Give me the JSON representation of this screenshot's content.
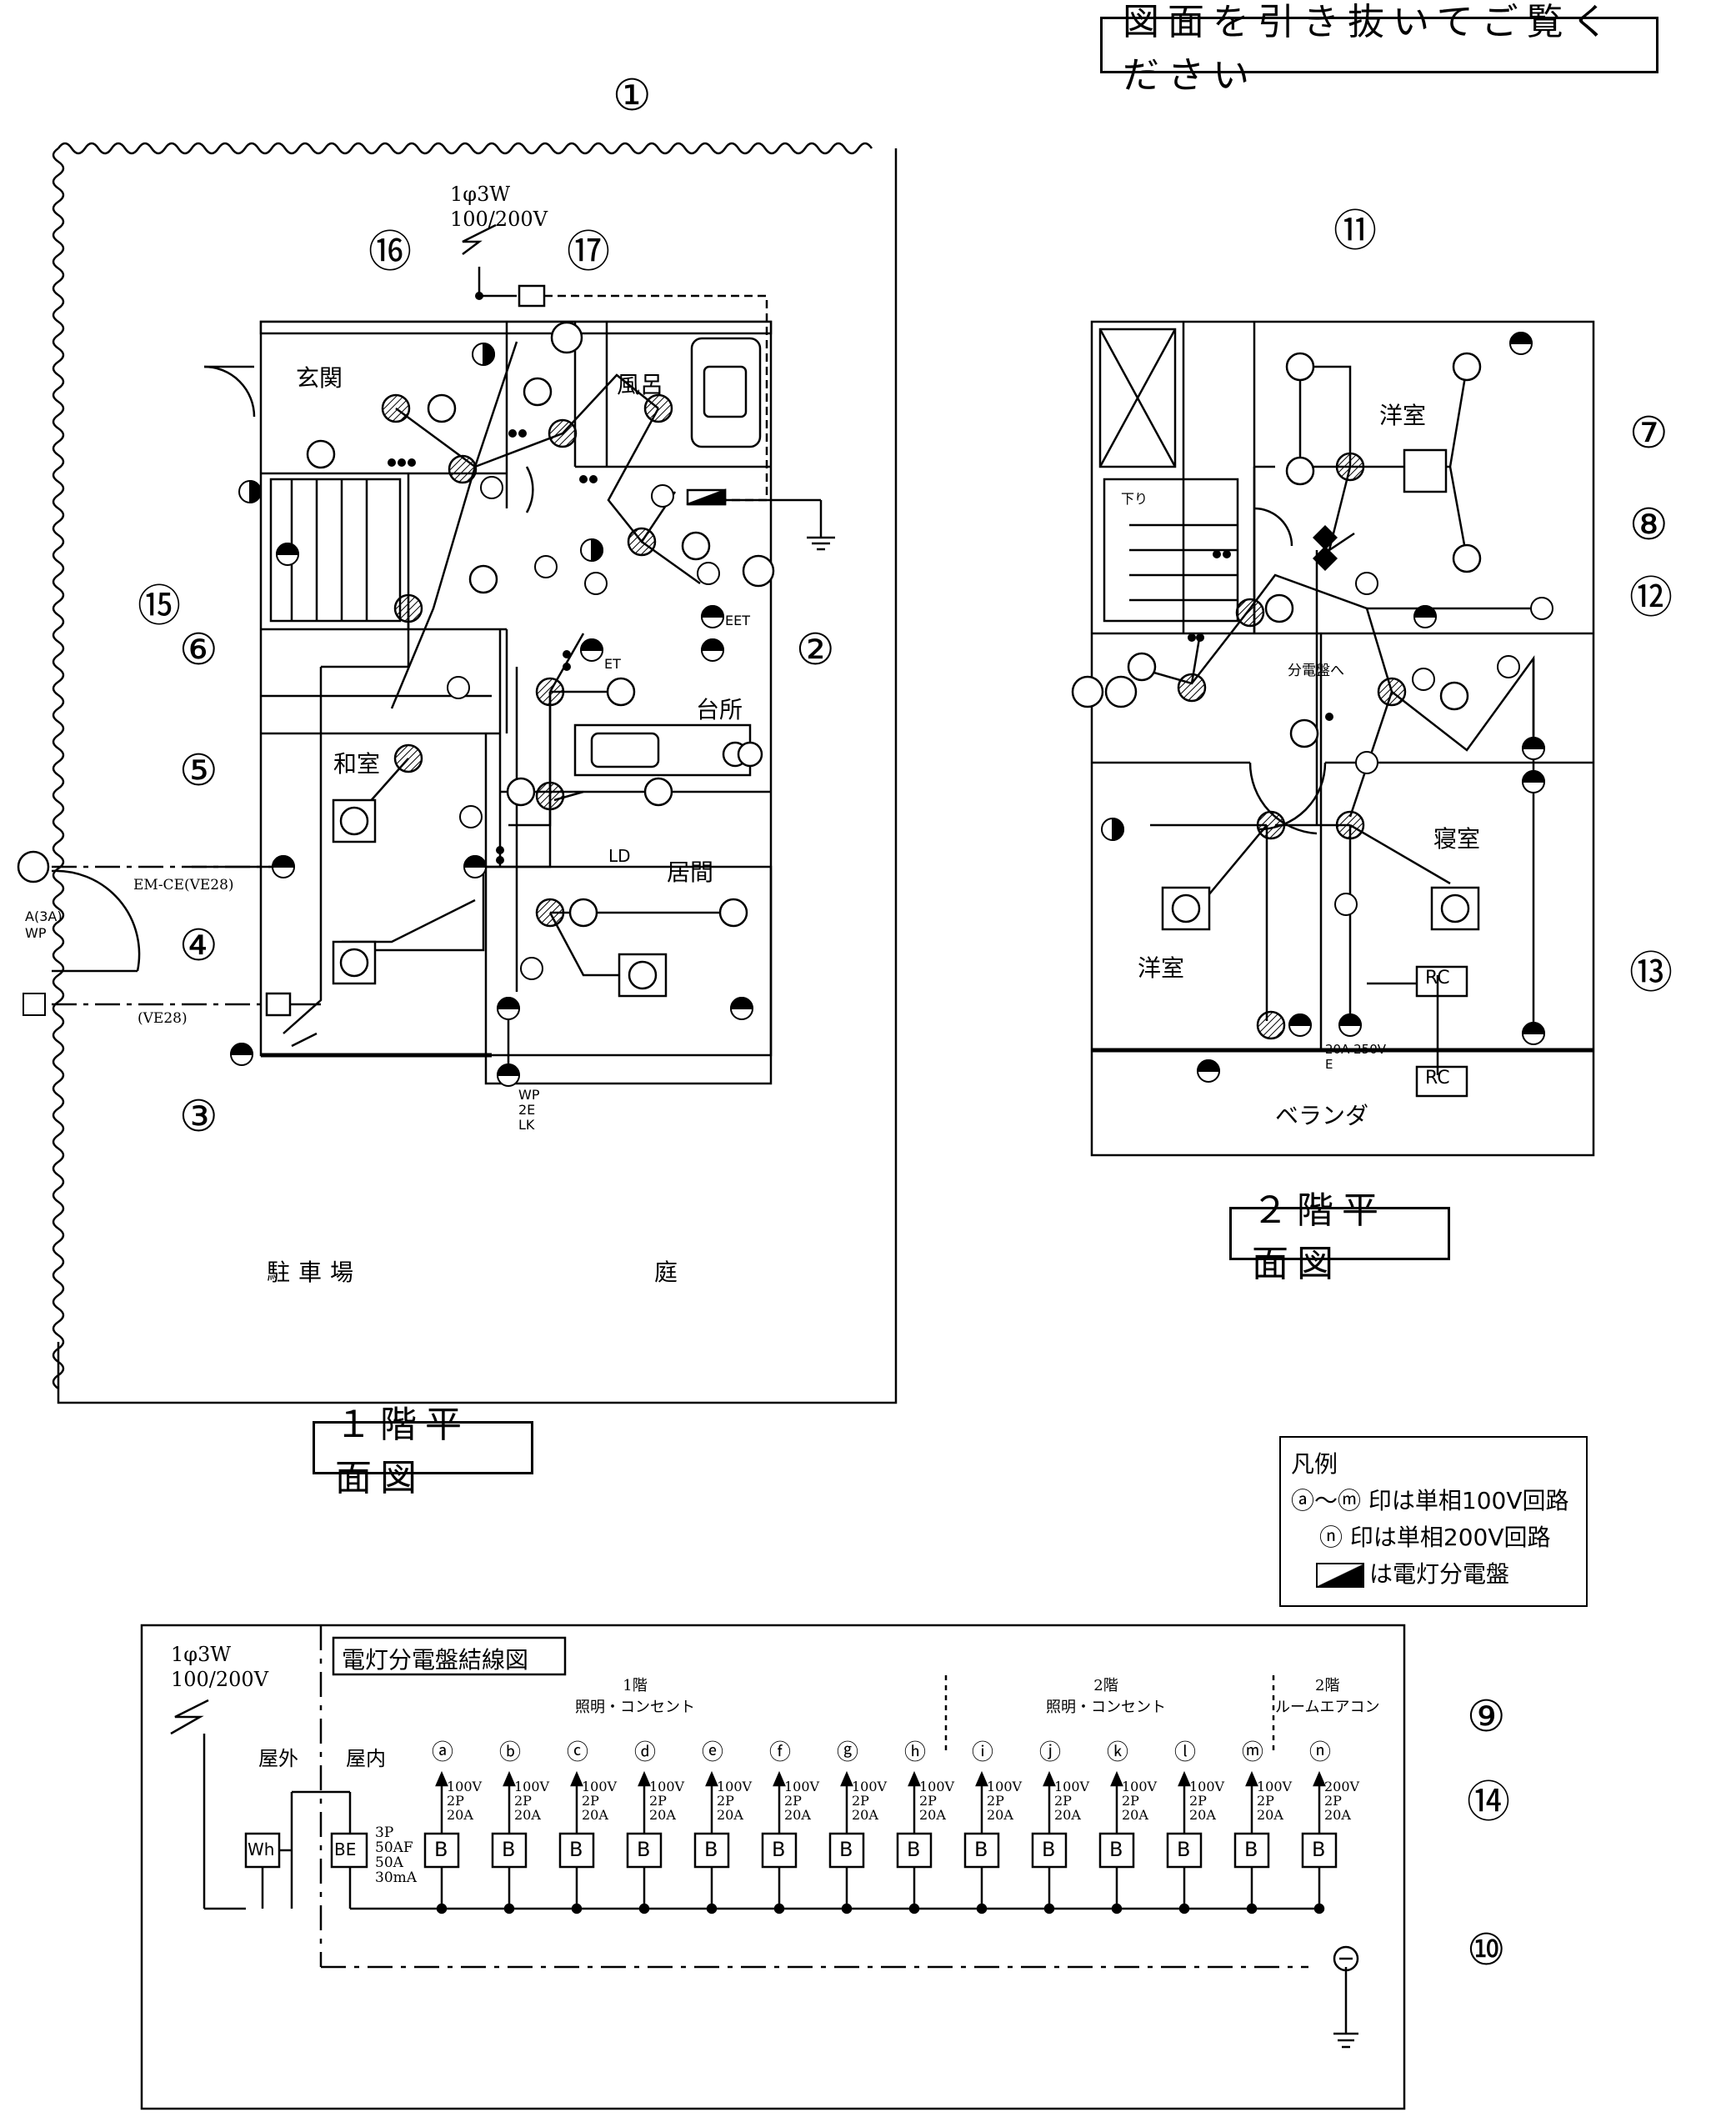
{
  "header": {
    "notice": "図面を引き抜いてご覧ください"
  },
  "floor1": {
    "title": "１階平面図",
    "supply": [
      "1φ3W",
      "100/200V"
    ],
    "rooms": {
      "entrance": "玄関",
      "bath": "風呂",
      "kitchen": "台所",
      "japanese": "和室",
      "living": "居間",
      "parking": "駐車場",
      "garden": "庭"
    },
    "labels": {
      "ld": "LD",
      "et": "ET",
      "eet": "EET",
      "wp_outside": "A(3A)",
      "wp": "WP",
      "cable5": "EM-CE(VE28)",
      "cable3": "(VE28)",
      "wp2": "WP",
      "e2": "2E",
      "lk": "LK"
    }
  },
  "floor2": {
    "title": "２階平面図",
    "rooms": {
      "western1": "洋室",
      "western2": "洋室",
      "bedroom": "寝室",
      "veranda": "ベランダ"
    },
    "labels": {
      "to_panel": "分電盤へ",
      "rating": "20A 250V",
      "e": "E",
      "rc": "RC",
      "down": "下り"
    }
  },
  "callouts": [
    "①",
    "②",
    "③",
    "④",
    "⑤",
    "⑥",
    "⑦",
    "⑧",
    "⑨",
    "⑩",
    "⑪",
    "⑫",
    "⑬",
    "⑭",
    "⑮",
    "⑯",
    "⑰"
  ],
  "legend": {
    "title": "凡例",
    "line1": "ⓐ～ⓜ 印は単相100V回路",
    "line2": "ⓝ 印は単相200V回路",
    "line3": "は電灯分電盤"
  },
  "wiring": {
    "title": "電灯分電盤結線図",
    "supply": [
      "1φ3W",
      "100/200V"
    ],
    "outdoor": "屋外",
    "indoor": "屋内",
    "wh": "Wh",
    "be": "BE",
    "be_spec": [
      "3P",
      "50AF",
      "50A",
      "30mA"
    ],
    "group1": [
      "1階",
      "照明・コンセント"
    ],
    "group2": [
      "2階",
      "照明・コンセント"
    ],
    "group3": [
      "2階",
      "ルームエアコン"
    ],
    "circuits": [
      {
        "id": "ⓐ",
        "spec": [
          "100V",
          "2P",
          "20A"
        ]
      },
      {
        "id": "ⓑ",
        "spec": [
          "100V",
          "2P",
          "20A"
        ]
      },
      {
        "id": "ⓒ",
        "spec": [
          "100V",
          "2P",
          "20A"
        ]
      },
      {
        "id": "ⓓ",
        "spec": [
          "100V",
          "2P",
          "20A"
        ]
      },
      {
        "id": "ⓔ",
        "spec": [
          "100V",
          "2P",
          "20A"
        ]
      },
      {
        "id": "ⓕ",
        "spec": [
          "100V",
          "2P",
          "20A"
        ]
      },
      {
        "id": "ⓖ",
        "spec": [
          "100V",
          "2P",
          "20A"
        ]
      },
      {
        "id": "ⓗ",
        "spec": [
          "100V",
          "2P",
          "20A"
        ]
      },
      {
        "id": "ⓘ",
        "spec": [
          "100V",
          "2P",
          "20A"
        ]
      },
      {
        "id": "ⓙ",
        "spec": [
          "100V",
          "2P",
          "20A"
        ]
      },
      {
        "id": "ⓚ",
        "spec": [
          "100V",
          "2P",
          "20A"
        ]
      },
      {
        "id": "ⓛ",
        "spec": [
          "100V",
          "2P",
          "20A"
        ]
      },
      {
        "id": "ⓜ",
        "spec": [
          "100V",
          "2P",
          "20A"
        ]
      },
      {
        "id": "ⓝ",
        "spec": [
          "200V",
          "2P",
          "20A"
        ]
      }
    ],
    "breaker": "B"
  }
}
